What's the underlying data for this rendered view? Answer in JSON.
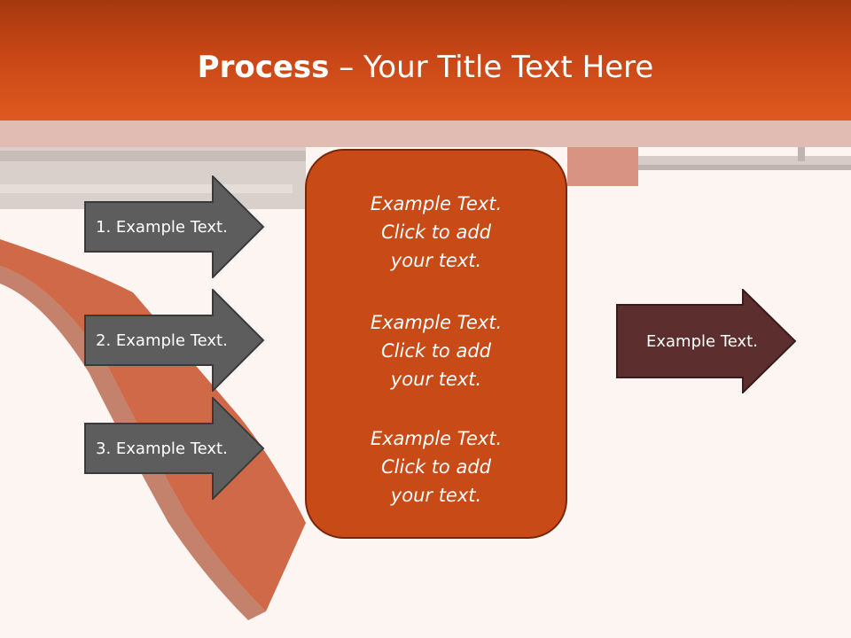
{
  "slide": {
    "title_bold": "Process",
    "title_dash": " – ",
    "title_rest": "Your Title Text Here"
  },
  "left_steps": [
    {
      "label": "1. Example Text."
    },
    {
      "label": "2. Example Text."
    },
    {
      "label": "3. Example Text."
    }
  ],
  "center": [
    {
      "line1": "Example Text.",
      "line2": "Click  to add",
      "line3": "your text."
    },
    {
      "line1": "Example Text.",
      "line2": "Click  to add",
      "line3": "your text."
    },
    {
      "line1": "Example Text.",
      "line2": "Click  to add",
      "line3": "your text."
    }
  ],
  "result": {
    "label": "Example Text."
  },
  "colors": {
    "header": "#c84616",
    "center_box": "#c84a16",
    "step_arrow": "#5d5d5d",
    "result_arrow": "#5c2e2e",
    "background": "#fdf5f2"
  }
}
